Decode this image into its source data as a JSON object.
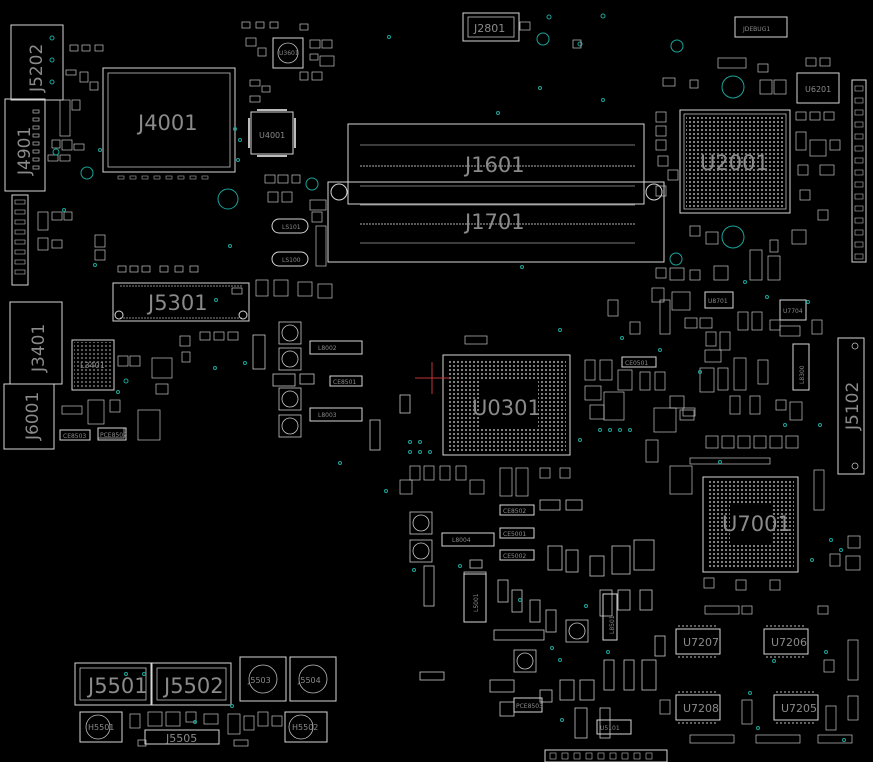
{
  "view": {
    "background": "#000000",
    "outline_color": "#d6d6d6",
    "label_color": "#8a8a8a",
    "via_color": "#1aa39a",
    "cursor_color": "#c0333a"
  },
  "components": {
    "j5202": "J5202",
    "j4001": "J4001",
    "j4901": "J4901",
    "u4001": "U4001",
    "u3601": "U3601",
    "j2801": "J2801",
    "jdebug1": "JDEBUG1",
    "u6201": "U6201",
    "u2001": "U2001",
    "j1601": "J1601",
    "j1701": "J1701",
    "j5301": "J5301",
    "j3401": "J3401",
    "l3401": "L3401",
    "j6001": "J6001",
    "u0301": "U0301",
    "j5102": "J5102",
    "u7001": "U7001",
    "j5501": "J5501",
    "j5502": "J5502",
    "j5503": "J5503",
    "j5504": "J5504",
    "j5505": "J5505",
    "h5501": "H5501",
    "h5502": "H5502",
    "u7207": "U7207",
    "u7206": "U7206",
    "u7208": "U7208",
    "u7205": "U7205",
    "l8004": "L8004",
    "l8003": "L8003",
    "l8002": "L8002",
    "l8501": "L8501",
    "l8300": "L8300",
    "l5001": "L5001",
    "ls101": "LS101",
    "ls100": "LS100",
    "u5101": "U5101",
    "ce8503": "CE8503",
    "ce8502": "CE8502",
    "ce8501": "CE8501",
    "pce8503": "PCE8503",
    "pce8502": "PCE8502",
    "ce5001": "CE5001",
    "ce5002": "CE5002",
    "ce0501": "CE0501",
    "u7704": "U7704",
    "u8701": "U8701"
  }
}
